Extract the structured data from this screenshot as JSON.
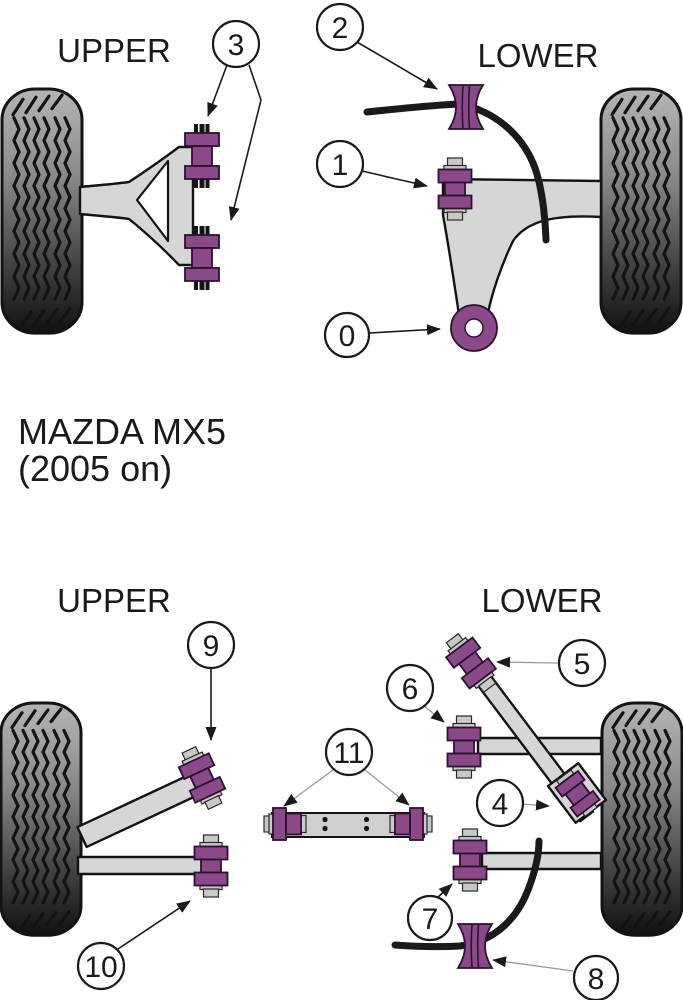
{
  "title": {
    "line1": "MAZDA MX5",
    "line2": "(2005 on)"
  },
  "sections": {
    "front_upper": {
      "label": "UPPER"
    },
    "front_lower": {
      "label": "LOWER"
    },
    "rear_upper": {
      "label": "UPPER"
    },
    "rear_lower": {
      "label": "LOWER"
    }
  },
  "callouts": {
    "c0": {
      "label": "0"
    },
    "c1": {
      "label": "1"
    },
    "c2": {
      "label": "2"
    },
    "c3": {
      "label": "3"
    },
    "c4": {
      "label": "4"
    },
    "c5": {
      "label": "5"
    },
    "c6": {
      "label": "6"
    },
    "c7": {
      "label": "7"
    },
    "c8": {
      "label": "8"
    },
    "c9": {
      "label": "9"
    },
    "c10": {
      "label": "10"
    },
    "c11": {
      "label": "11"
    }
  },
  "colors": {
    "bushing_purple": "#8a4a8a",
    "bushing_outline": "#2e1030",
    "arm_gray": "#d6d6d6",
    "link_bar_gray": "#cfcfcf",
    "nut_gray": "#c8c8c8",
    "line_black": "#1a1a1a",
    "leader_gray": "#9a9a9a",
    "text": "#1a1a1a",
    "background": "#ffffff"
  }
}
